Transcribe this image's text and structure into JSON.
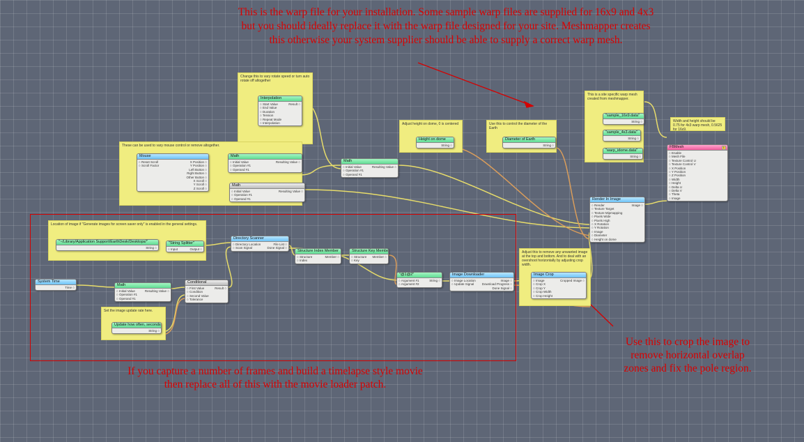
{
  "captions": {
    "top": "This is the warp file for your installation. Some sample warp files are supplied for 16x9 and 4x3 but you should ideally replace it with the warp file designed for your site. Meshmapper creates this otherwise your system supplier should be able to supply a correct warp mesh.",
    "top_lines": [
      "This is the warp file for your installation. Some sample warp files are supplied for 16x9 and 4x3",
      "but you should ideally replace it with the warp file designed for your site. Meshmapper creates",
      "this otherwise your system supplier should be able to supply a correct warp mesh."
    ],
    "bottom_lines": [
      "If you capture a number of frames and build a timelapse style movie",
      "then replace all of this with the movie loader patch."
    ],
    "right_lines": [
      "Use this to crop the image to",
      "remove horizontal overlap",
      "zones and fix the pole region."
    ]
  },
  "notes": {
    "rotate": "Change this to vary rotate speed or turn auto rotate off altogether",
    "mouse": "These can be used to vary mouse control or remove altogether.",
    "height": "Adjust height on dome, 0 is centered",
    "diameter": "Use this to control the diameter of the Earth",
    "warp": "This is a site specific warp mesh created from meshmapper.",
    "width": "Width and height should be 0.75 for 4x3 warp mesh, 0.5625 for 16x9.",
    "location": "Location of image if \"Generate images for screen saver only\" is enabled in the general settings.",
    "crop": "Adjust this to remove any unwanted image at the top and bottom. And to deal with an overshoot horizontally by adjusting crop width.",
    "update": "Set the image update rate here."
  },
  "nodes": {
    "interpolation": {
      "title": "Interpolation",
      "in": [
        "Start Value",
        "End Value",
        "Duration",
        "Tension",
        "Repeat Mode",
        "Interpolation"
      ],
      "out": [
        "Result"
      ]
    },
    "mouse": {
      "title": "Mouse",
      "in": [
        "Reset Scroll",
        "Scroll Factor"
      ],
      "out": [
        "X Position",
        "Y Position",
        "Left Button",
        "Right Button",
        "Other Button",
        "X Scroll",
        "Y Scroll",
        "Z Scroll"
      ]
    },
    "math1": {
      "title": "Math",
      "in": [
        "Initial Value",
        "Operation #1",
        "Operand #1"
      ],
      "out": [
        "Resulting Value"
      ]
    },
    "math2": {
      "title": "Math",
      "in": [
        "Initial Value",
        "Operation #1",
        "Operand #1"
      ],
      "out": [
        "Resulting Value"
      ]
    },
    "math3": {
      "title": "Math",
      "in": [
        "Initial Value",
        "Operation #1",
        "Operand #1"
      ],
      "out": [
        "Resulting Value"
      ]
    },
    "math4": {
      "title": "Math",
      "in": [
        "Initial Value",
        "Operation #1",
        "Operand #1"
      ],
      "out": [
        "Resulting Value"
      ]
    },
    "height": {
      "title": "Height on dome",
      "in": [],
      "out": [
        "String"
      ]
    },
    "diameter": {
      "title": "Diameter of Earth",
      "in": [],
      "out": [
        "String"
      ]
    },
    "sample169": {
      "title": "\"sample_16x9.data\"",
      "in": [],
      "out": [
        "String"
      ]
    },
    "sample43": {
      "title": "\"sample_4x3.data\"",
      "in": [],
      "out": [
        "String"
      ]
    },
    "warpidome": {
      "title": "\"warp_idome.data\"",
      "in": [],
      "out": [
        "String"
      ]
    },
    "fbmesh": {
      "title": "FBMesh",
      "badge": "1",
      "in": [
        "Enable",
        "Mesh File",
        "Texture Control U",
        "Texture Control V",
        "X Position",
        "Y Position",
        "Z Position",
        "Width",
        "Height",
        "Delta U",
        "Delta V",
        "Theta",
        "Image"
      ],
      "out": []
    },
    "render": {
      "title": "Render In Image",
      "in": [
        "Render",
        "Texture Target",
        "Texture Mipmapping",
        "Pixels Wide",
        "Pixels High",
        "X Rotation",
        "Y Rotation",
        "Image",
        "Diameter",
        "Height on dome"
      ],
      "out": [
        "Image"
      ]
    },
    "path": {
      "title": "\"~/Library/Application Support/EarthDesk/Desktops/\"",
      "in": [],
      "out": [
        "String"
      ]
    },
    "splitter": {
      "title": "\"String Splitter\"",
      "in": [
        "Input"
      ],
      "out": [
        "Output"
      ]
    },
    "dirscan": {
      "title": "Directory Scanner",
      "in": [
        "Directory Location",
        "Scan Signal"
      ],
      "out": [
        "File List",
        "Done Signal"
      ]
    },
    "structidx": {
      "title": "Structure Index Member",
      "in": [
        "Structure",
        "Index"
      ],
      "out": [
        "Member"
      ]
    },
    "structkey": {
      "title": "Structure Key Member",
      "in": [
        "Structure",
        "Key"
      ],
      "out": [
        "Member"
      ]
    },
    "format": {
      "title": "\"@1@2\"",
      "in": [
        "Argument #1",
        "Argument #2"
      ],
      "out": [
        "String"
      ]
    },
    "downloader": {
      "title": "Image Downloader",
      "in": [
        "Image Location",
        "Update Signal"
      ],
      "out": [
        "Image",
        "Download Progress",
        "Done Signal"
      ]
    },
    "crop": {
      "title": "Image Crop",
      "in": [
        "Image",
        "Crop X",
        "Crop Y",
        "Crop Width",
        "Crop Height"
      ],
      "out": [
        "Cropped Image"
      ]
    },
    "systime": {
      "title": "System Time",
      "in": [],
      "out": [
        "Time"
      ]
    },
    "conditional": {
      "title": "Conditional",
      "in": [
        "First Value",
        "Condition",
        "Second Value",
        "Tolerance"
      ],
      "out": [
        "Result"
      ]
    },
    "update": {
      "title": "Update how often, seconds",
      "in": [],
      "out": [
        "String"
      ]
    }
  },
  "colors": {
    "caption": "#d80000",
    "note": "#f0ed80",
    "wire_yellow": "#efe36a",
    "wire_orange": "#e0a05a",
    "canvas": "#5e6676"
  }
}
